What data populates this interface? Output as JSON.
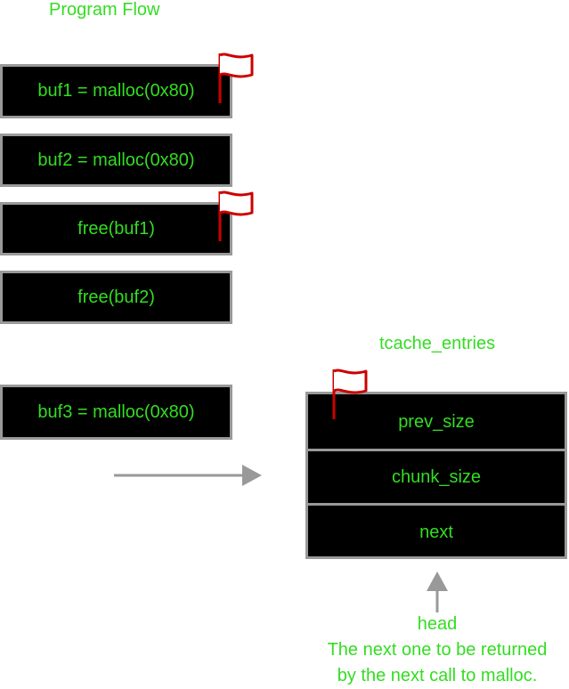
{
  "program_flow": {
    "title": "Program Flow",
    "steps": [
      {
        "label": "buf1 = malloc(0x80)",
        "flagged": true
      },
      {
        "label": "buf2 = malloc(0x80)",
        "flagged": false
      },
      {
        "label": "free(buf1)",
        "flagged": true
      },
      {
        "label": "free(buf2)",
        "flagged": false
      },
      {
        "label": "buf3 = malloc(0x80)",
        "flagged": false
      }
    ]
  },
  "tcache": {
    "title": "tcache_entries",
    "fields": [
      "prev_size",
      "chunk_size",
      "next"
    ],
    "flagged": true
  },
  "head_note": {
    "label": "head",
    "line1": "The next one to be returned",
    "line2": "by the next call to malloc."
  },
  "colors": {
    "text": "#33dd22",
    "box_fill": "#000000",
    "border": "#999999",
    "flag": "#cc0000",
    "arrow": "#999999"
  }
}
